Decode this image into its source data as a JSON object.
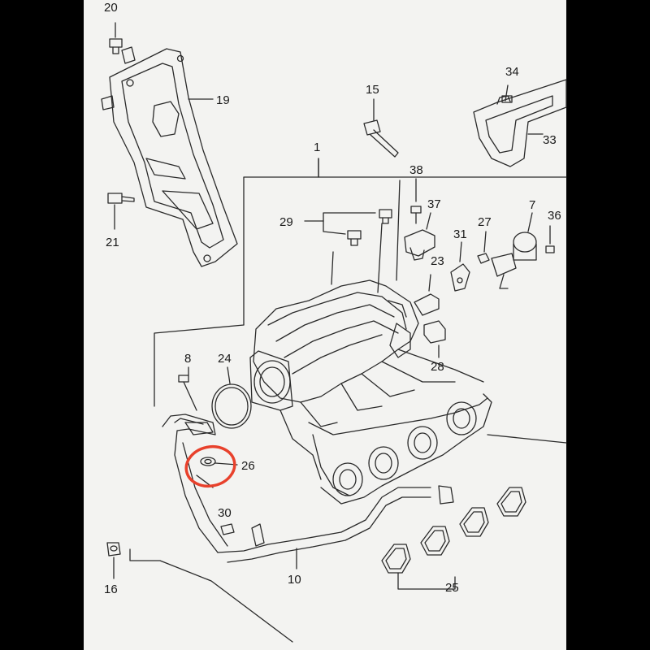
{
  "parts": [
    {
      "id": "p20",
      "label": "20"
    },
    {
      "id": "p19",
      "label": "19"
    },
    {
      "id": "p21",
      "label": "21"
    },
    {
      "id": "p15",
      "label": "15"
    },
    {
      "id": "p1",
      "label": "1"
    },
    {
      "id": "p34",
      "label": "34"
    },
    {
      "id": "p33",
      "label": "33"
    },
    {
      "id": "p38",
      "label": "38"
    },
    {
      "id": "p37",
      "label": "37"
    },
    {
      "id": "p7",
      "label": "7"
    },
    {
      "id": "p36",
      "label": "36"
    },
    {
      "id": "p29",
      "label": "29"
    },
    {
      "id": "p31",
      "label": "31"
    },
    {
      "id": "p27",
      "label": "27"
    },
    {
      "id": "p23",
      "label": "23"
    },
    {
      "id": "p28",
      "label": "28"
    },
    {
      "id": "p8",
      "label": "8"
    },
    {
      "id": "p24",
      "label": "24"
    },
    {
      "id": "p26",
      "label": "26"
    },
    {
      "id": "p30",
      "label": "30"
    },
    {
      "id": "p16",
      "label": "16"
    },
    {
      "id": "p10",
      "label": "10"
    },
    {
      "id": "p25",
      "label": "25"
    }
  ],
  "highlight": {
    "part": "26",
    "color": "#e8412c"
  },
  "colors": {
    "ink": "#2a2a2a",
    "sheet": "#f3f3f1",
    "frame": "#000000"
  }
}
